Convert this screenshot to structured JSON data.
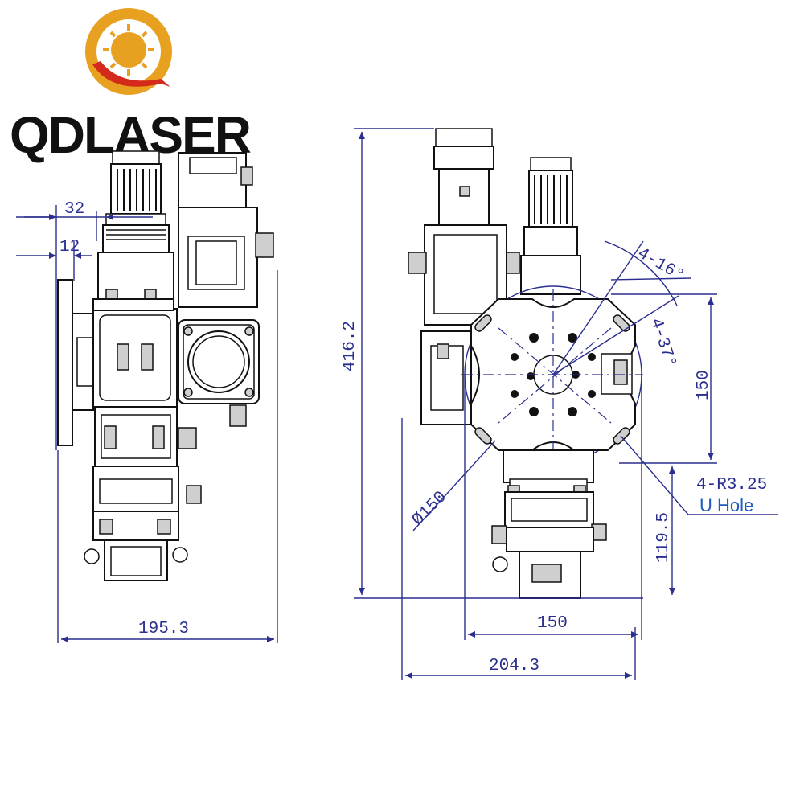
{
  "logo": {
    "brand_text": "QDLASER",
    "ring_color": "#e8a020",
    "red_color": "#d32a1c",
    "black_color": "#111111"
  },
  "colors": {
    "dimension": "#2a2f8f",
    "annotation_blue": "#1f5bbf",
    "drawing": "#111111"
  },
  "left_view": {
    "dim_32": "32",
    "dim_12": "12",
    "dim_width": "195.3"
  },
  "right_view": {
    "dim_height": "416.2",
    "dim_angle_16": "4-16°",
    "dim_angle_37": "4-37°",
    "dim_150_vertical": "150",
    "dim_radius": "4-R3.25",
    "u_hole_label": "U Hole",
    "dim_diameter": "Ø150",
    "dim_119": "119.5",
    "dim_150_horizontal": "150",
    "dim_204": "204.3"
  }
}
